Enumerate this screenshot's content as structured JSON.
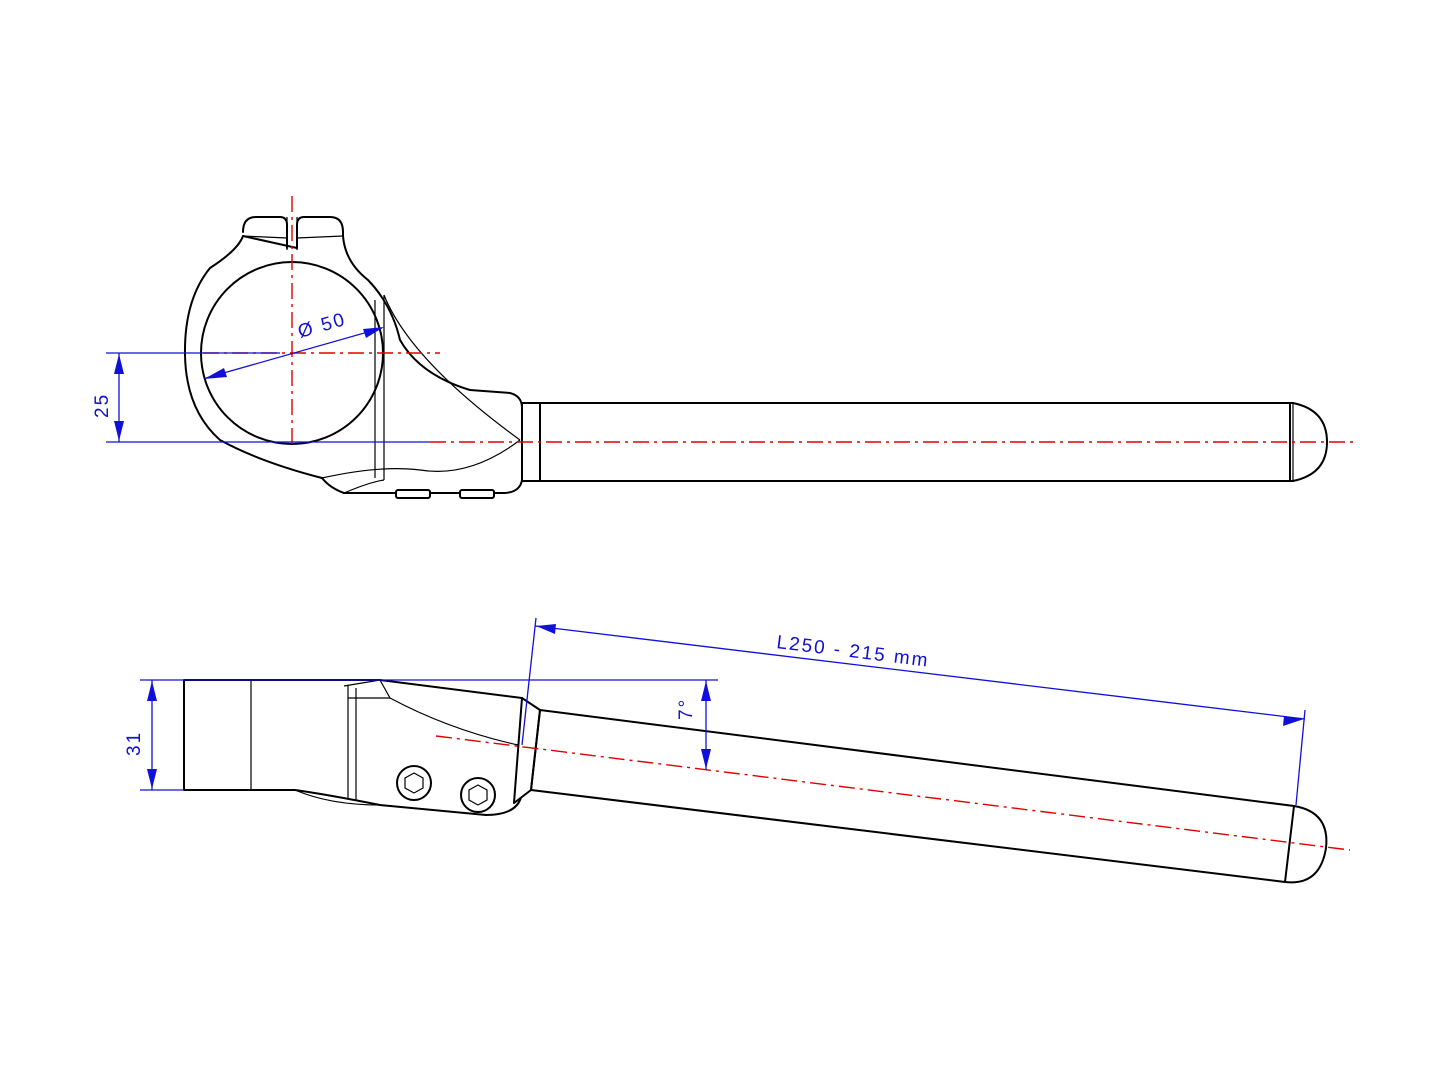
{
  "colors": {
    "outline": "#000000",
    "centerline": "#e00000",
    "dimension": "#1010d8",
    "background": "#ffffff"
  },
  "top_view": {
    "diameter_label": "Ø 50",
    "offset_label": "25"
  },
  "side_view": {
    "length_label": "L250 - 215 mm",
    "angle_label": "7°",
    "height_label": "31"
  }
}
